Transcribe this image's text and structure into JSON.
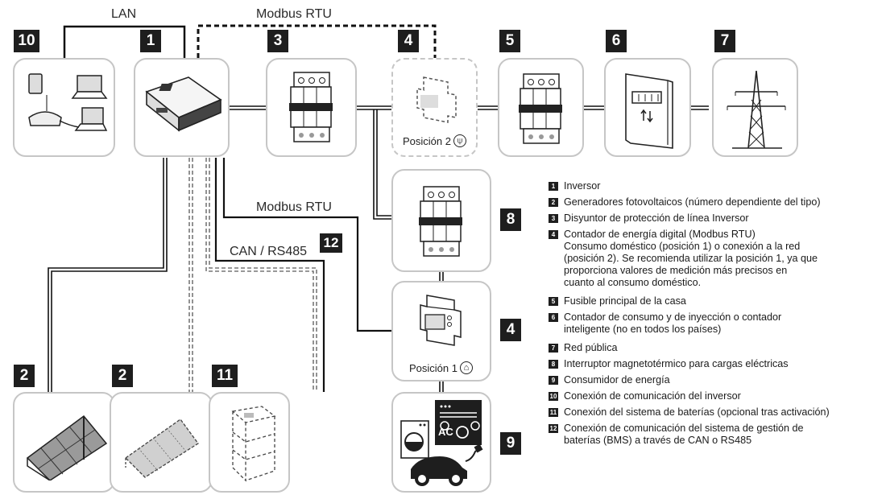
{
  "wire_labels": {
    "lan": "LAN",
    "modbus_top": "Modbus RTU",
    "modbus_mid": "Modbus RTU",
    "can_rs485": "CAN / RS485"
  },
  "components": {
    "communication": {
      "badge": "10",
      "icon": "network-devices-icon"
    },
    "inverter": {
      "badge": "1",
      "icon": "inverter-icon"
    },
    "breaker_inverter": {
      "badge": "3",
      "icon": "circuit-breaker-icon"
    },
    "meter_pos2": {
      "badge": "4",
      "icon": "energy-meter-icon",
      "label": "Posición 2",
      "pos_icon": "grid-pylon-symbol"
    },
    "main_fuse": {
      "badge": "5",
      "icon": "circuit-breaker-icon"
    },
    "utility_meter": {
      "badge": "6",
      "icon": "utility-meter-icon"
    },
    "public_grid": {
      "badge": "7",
      "icon": "power-pylon-icon"
    },
    "breaker_loads": {
      "badge": "8",
      "icon": "circuit-breaker-icon"
    },
    "meter_pos1": {
      "badge": "4",
      "icon": "energy-meter-icon",
      "label": "Posición 1",
      "pos_icon": "house-consumption-symbol"
    },
    "consumers": {
      "badge": "9",
      "icon": "energy-consumers-icon",
      "ac_text": "AC"
    },
    "pv_generator_1": {
      "badge": "2",
      "icon": "solar-panel-icon"
    },
    "pv_generator_2": {
      "badge": "2",
      "icon": "solar-panel-optional-icon"
    },
    "battery": {
      "badge": "11",
      "icon": "battery-icon"
    },
    "bms_connection": {
      "badge": "12"
    }
  },
  "legend": [
    {
      "num": "1",
      "text": "Inversor"
    },
    {
      "num": "2",
      "text": "Generadores fotovoltaicos (número dependiente del tipo)"
    },
    {
      "num": "3",
      "text": "Disyuntor de protección de línea Inversor"
    },
    {
      "num": "4",
      "text": "Contador de energía digital (Modbus RTU)\nConsumo doméstico (posición 1) o conexión a la red\n(posición 2). Se recomienda utilizar la posición 1, ya que\nproporciona valores de medición más precisos en\ncuanto al consumo doméstico."
    },
    {
      "num": "5",
      "text": "Fusible principal de la casa"
    },
    {
      "num": "6",
      "text": "Contador de consumo y de inyección o contador\ninteligente (no en todos los países)"
    },
    {
      "num": "7",
      "text": "Red pública"
    },
    {
      "num": "8",
      "text": "Interruptor magnetotérmico para cargas eléctricas"
    },
    {
      "num": "9",
      "text": "Consumidor de energía"
    },
    {
      "num": "10",
      "text": "Conexión de comunicación del inversor"
    },
    {
      "num": "11",
      "text": "Conexión del sistema de baterías (opcional tras activación)"
    },
    {
      "num": "12",
      "text": "Conexión de comunicación del sistema de gestión de\nbaterías (BMS) a través de CAN o RS485"
    }
  ]
}
